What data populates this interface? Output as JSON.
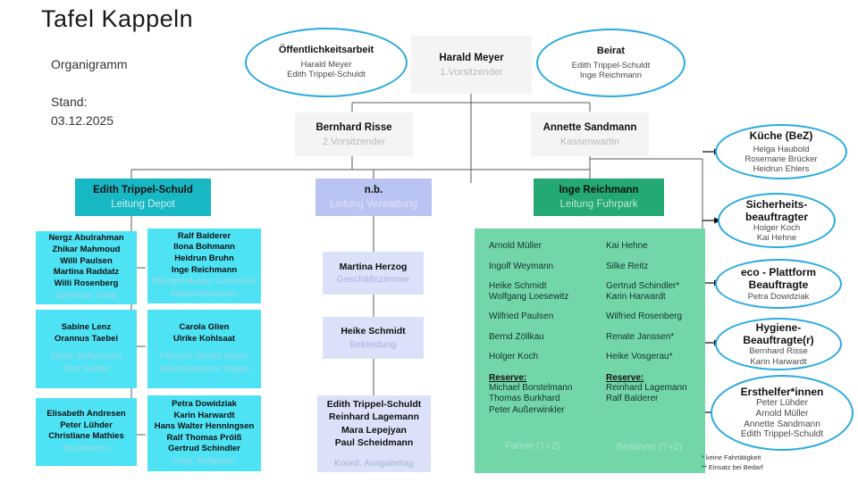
{
  "header": {
    "title": "Tafel Kappeln",
    "subtitle": "Organigramm",
    "stand_label": "Stand:",
    "stand_date": "03.12.2025"
  },
  "top": {
    "oeffentlichkeit": {
      "title": "Öffentlichkeitsarbeit",
      "m1": "Harald Meyer",
      "m2": "Edith Trippel-Schuldt"
    },
    "chair": {
      "name": "Harald Meyer",
      "role": "1.Vorsitzender"
    },
    "beirat": {
      "title": "Beirat",
      "m1": "Edith Trippel-Schuldt",
      "m2": "Inge Reichmann"
    }
  },
  "second_row": {
    "vice": {
      "name": "Bernhard Risse",
      "role": "2.Vorsitzender"
    },
    "treasurer": {
      "name": "Annette Sandmann",
      "role": "Kassenwartin"
    }
  },
  "departments": [
    {
      "name": "Edith Trippel-Schuld",
      "role": "Leitung Depot"
    },
    {
      "name": "n.b.",
      "role": "Leitung Verwaltung"
    },
    {
      "name": "Inge Reichmann",
      "role": "Leitung Fuhrpark"
    }
  ],
  "depot": {
    "left_groups": [
      {
        "members": [
          "Nergz Abulrahman",
          "Zhikar Mahmoud",
          "Willi Paulsen",
          "Martina Raddatz",
          "Willi Rosenberg"
        ],
        "category": "Gemüse/ Salat"
      },
      {
        "members": [
          "Sabine Lenz",
          "Orannus Taebei"
        ],
        "category_line1": "Obst/ Süßwaren/",
        "category_line2": "Tee/ Kaffee"
      },
      {
        "members": [
          "Elisabeth Andresen",
          "Peter Lühder",
          "Christiane Mathies"
        ],
        "category": "Backwaren"
      }
    ],
    "right_groups": [
      {
        "members": [
          "Ralf Balderer",
          "Ilona Bohmann",
          "Heidrun Bruhn",
          "Inge Reichmann"
        ],
        "category_line1": "Milchprodukte/ Getränke/",
        "category_line2": "Haushaltswaren"
      },
      {
        "members": [
          "Carola Glien",
          "Ulrike Kohlsaat"
        ],
        "category_line1": "Fleisch/ Wurst/ Käse/",
        "category_line2": "Kolionalwaren/ Vegan"
      },
      {
        "members": [
          "Petra Dowidziak",
          "Karin Harwardt",
          "Hans Walter Henningsen",
          "Ralf Thomas Prölß",
          "Gertrud Schindler"
        ],
        "category": "Ustg. Aufgaben"
      }
    ]
  },
  "verwaltung": {
    "boxes": [
      {
        "members": [
          "Martina Herzog"
        ],
        "category": "Geschäftszimmer"
      },
      {
        "members": [
          "Heike Schmidt"
        ],
        "category": "Bekleidung"
      },
      {
        "members": [
          "Edith Trippel-Schuldt",
          "Reinhard Lagemann",
          "Mara Lepejyan",
          "Paul Scheidmann"
        ],
        "category": "Koord. Ausgabetag"
      }
    ]
  },
  "fuhrpark": {
    "fahrer": {
      "entries": [
        [
          "Arnold Müller"
        ],
        [
          "Ingolf Weymann"
        ],
        [
          "Heike Schmidt",
          "Wolfgang Loesewitz"
        ],
        [
          "Wilfried Paulsen"
        ],
        [
          "Bernd Zöllkau"
        ],
        [
          "Holger Koch"
        ]
      ],
      "reserve_label": "Reserve:",
      "reserve": [
        "Michael Borstelmann",
        "Thomas Burkhard",
        "Peter Außerwinkler"
      ],
      "caption": "Fahrer (7+2)"
    },
    "beifahrer": {
      "entries": [
        [
          "Kai Hehne"
        ],
        [
          "Silke Reitz"
        ],
        [
          "Gertrud Schindler*",
          "Karin Harwardt"
        ],
        [
          "Wilfried Rosenberg"
        ],
        [
          "Renate Janssen*"
        ],
        [
          "Heike Vosgerau*"
        ]
      ],
      "reserve_label": "Reserve:",
      "reserve": [
        "Reinhard Lagemann",
        "Ralf Balderer"
      ],
      "caption": "Beifahrer (7+2)"
    }
  },
  "right_ellipses": [
    {
      "title": "Küche (BeZ)",
      "members": [
        "Helga Haubold",
        "Rosemarie Brücker",
        "Heidrun Ehlers"
      ]
    },
    {
      "title_line1": "Sicherheits-",
      "title_line2": "beauftragter",
      "members": [
        "Holger Koch",
        "Kai Hehne"
      ]
    },
    {
      "title_line1": "eco - Plattform",
      "title_line2": "Beauftragte",
      "members": [
        "Petra Dowidziak"
      ]
    },
    {
      "title_line1": "Hygiene-",
      "title_line2": "Beauftragte(r)",
      "members": [
        "Bernhard Risse",
        "Karin Harwardt"
      ]
    },
    {
      "title": "Ersthelfer*innen",
      "members": [
        "Peter Lühder",
        "Arnold Müller",
        "Annette Sandmann",
        "Edith Trippel-Schuldt"
      ]
    }
  ],
  "footnotes": {
    "one": "*   keine Fahrtätigkeit",
    "two": "** Einsatz bei Bedarf"
  },
  "colors": {
    "ellipse_border": "#27aae1",
    "depot": "#17b8c4",
    "depot_member": "#4ee2f5",
    "verwaltung": "#b9c4f2",
    "verwaltung_member": "#dbe1f8",
    "fuhrpark": "#23a971",
    "fuhrpark_panel": "#72d6a9",
    "grey_box": "#f4f4f4"
  }
}
